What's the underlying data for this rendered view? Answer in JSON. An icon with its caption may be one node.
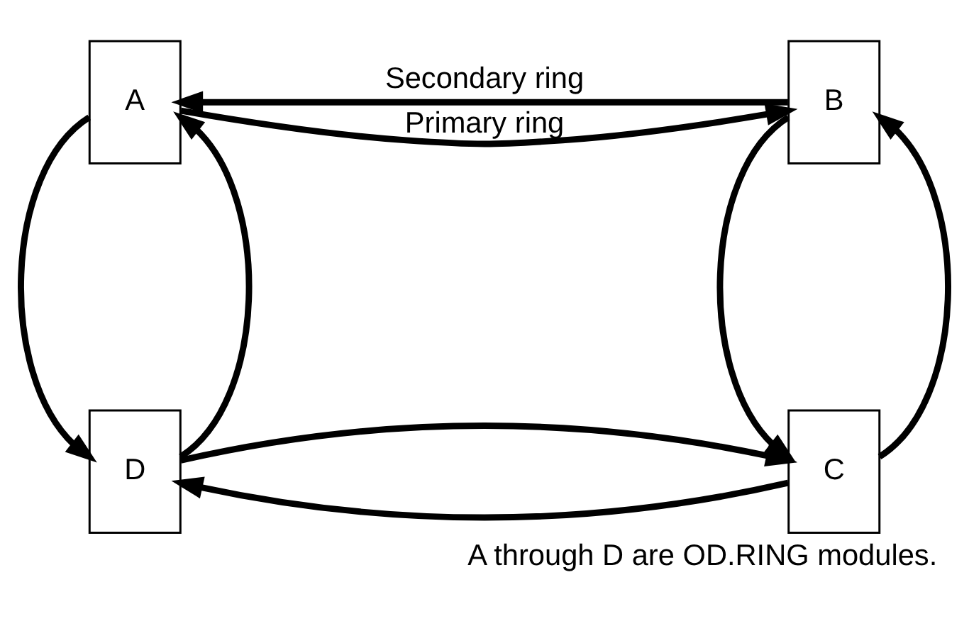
{
  "diagram": {
    "caption": "A through D are OD.RING modules.",
    "nodes": [
      {
        "text": [
          "A"
        ]
      },
      {
        "text": [
          "B"
        ]
      },
      {
        "text": [
          "C"
        ]
      },
      {
        "text": [
          "D"
        ]
      }
    ],
    "edges": [
      {
        "from": 1,
        "to": 0,
        "arrow": "to",
        "label": "Secondary ring"
      },
      {
        "from": 0,
        "to": 1,
        "arrow": "to",
        "label": "Primary ring"
      },
      {
        "from": 1,
        "to": 2,
        "arrow": "to"
      },
      {
        "from": 2,
        "to": 3,
        "arrow": "to"
      },
      {
        "from": 3,
        "to": 2,
        "arrow": "to"
      },
      {
        "from": 0,
        "to": 3,
        "arrow": "to"
      },
      {
        "from": 3,
        "to": 0,
        "arrow": "to"
      },
      {
        "from": 2,
        "to": 1,
        "arrow": "to"
      }
    ]
  }
}
